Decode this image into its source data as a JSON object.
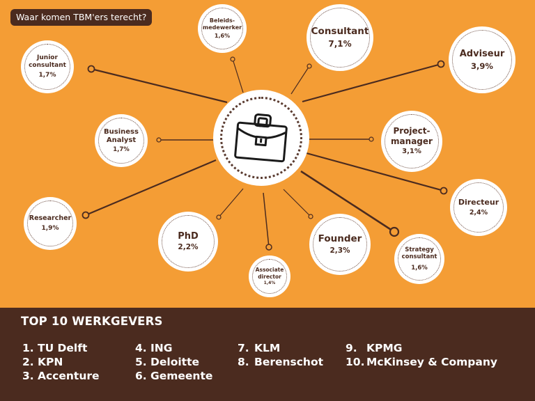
{
  "title": "Waar komen TBM'ers terecht?",
  "colors": {
    "background": "#f49d35",
    "dark_brown": "#4b2b1f",
    "bubble": "#ffffff",
    "text": "#4b2b1f"
  },
  "center_icon": "briefcase-icon",
  "careers": [
    {
      "id": "junior-consultant",
      "label_lines": [
        "Junior",
        "consultant"
      ],
      "percent": "1,7%",
      "value": 1.7
    },
    {
      "id": "beleidsmedewerker",
      "label_lines": [
        "Beleids-",
        "medewerker"
      ],
      "percent": "1,6%",
      "value": 1.6
    },
    {
      "id": "consultant",
      "label_lines": [
        "Consultant"
      ],
      "percent": "7,1%",
      "value": 7.1
    },
    {
      "id": "adviseur",
      "label_lines": [
        "Adviseur"
      ],
      "percent": "3,9%",
      "value": 3.9
    },
    {
      "id": "business-analyst",
      "label_lines": [
        "Business",
        "Analyst"
      ],
      "percent": "1,7%",
      "value": 1.7
    },
    {
      "id": "projectmanager",
      "label_lines": [
        "Project-",
        "manager"
      ],
      "percent": "3,1%",
      "value": 3.1
    },
    {
      "id": "directeur",
      "label_lines": [
        "Directeur"
      ],
      "percent": "2,4%",
      "value": 2.4
    },
    {
      "id": "researcher",
      "label_lines": [
        "Researcher"
      ],
      "percent": "1,9%",
      "value": 1.9
    },
    {
      "id": "phd",
      "label_lines": [
        "PhD"
      ],
      "percent": "2,2%",
      "value": 2.2
    },
    {
      "id": "founder",
      "label_lines": [
        "Founder"
      ],
      "percent": "2,3%",
      "value": 2.3
    },
    {
      "id": "strategy-consultant",
      "label_lines": [
        "Strategy",
        "consultant"
      ],
      "percent": "1,6%",
      "value": 1.6
    },
    {
      "id": "associate-director",
      "label_lines": [
        "Associate",
        "director"
      ],
      "percent": "1,4%",
      "value": 1.4
    }
  ],
  "employers": {
    "title": "TOP 10 WERKGEVERS",
    "items": [
      {
        "rank": "1.",
        "name": "TU Delft"
      },
      {
        "rank": "2.",
        "name": "KPN"
      },
      {
        "rank": "3.",
        "name": "Accenture"
      },
      {
        "rank": "4.",
        "name": "ING"
      },
      {
        "rank": "5.",
        "name": "Deloitte"
      },
      {
        "rank": "6.",
        "name": "Gemeente"
      },
      {
        "rank": "7.",
        "name": "KLM"
      },
      {
        "rank": "8.",
        "name": "Berenschot"
      },
      {
        "rank": "9.",
        "name": "KPMG"
      },
      {
        "rank": "10.",
        "name": "McKinsey & Company"
      }
    ]
  }
}
